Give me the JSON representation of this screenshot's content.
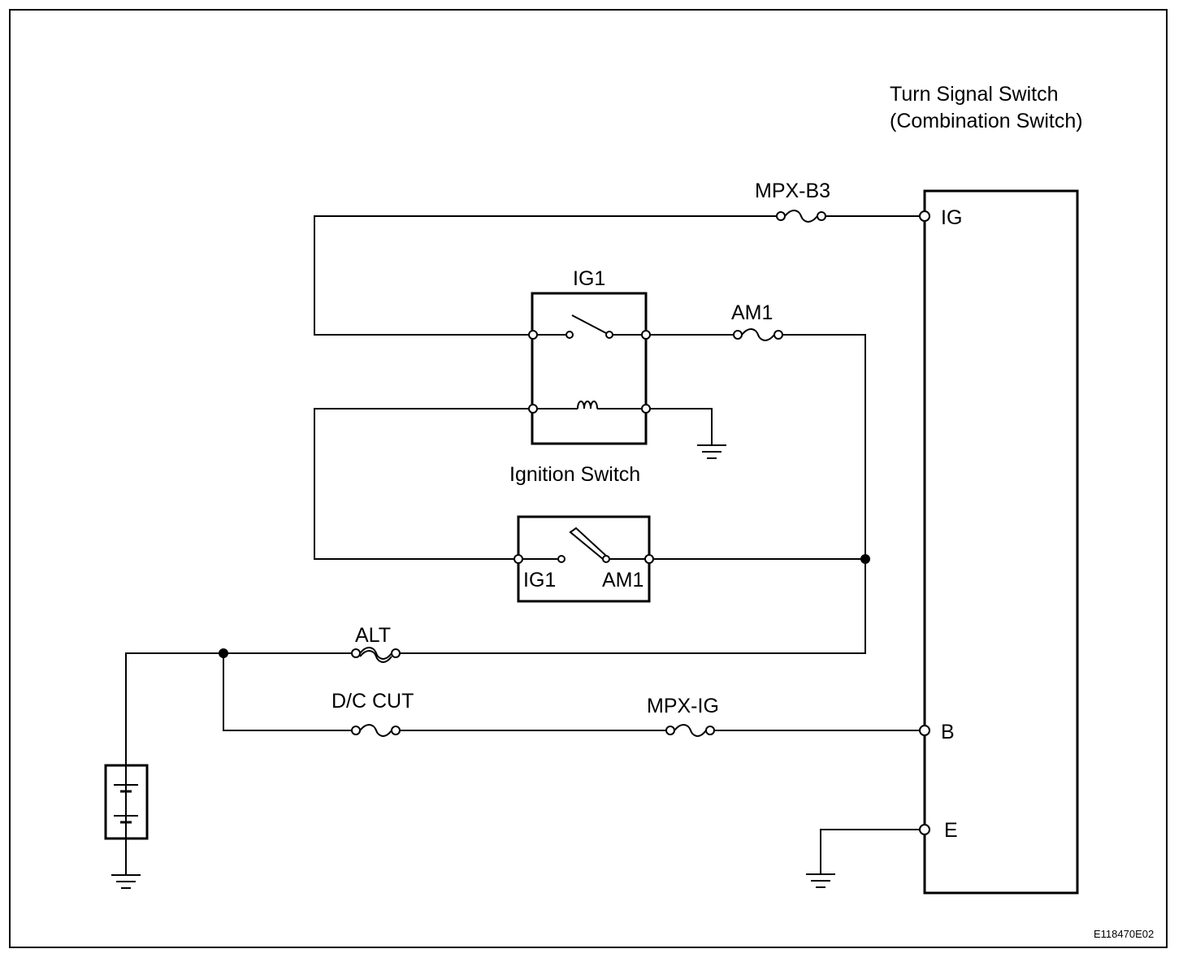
{
  "component": {
    "title_line1": "Turn Signal Switch",
    "title_line2": "(Combination Switch)",
    "pins": {
      "ig": "IG",
      "b": "B",
      "e": "E"
    }
  },
  "fuses": {
    "mpx_b3": "MPX-B3",
    "am1": "AM1",
    "alt": "ALT",
    "dc_cut": "D/C CUT",
    "mpx_ig": "MPX-IG"
  },
  "relay": {
    "label": "IG1"
  },
  "ignition_switch": {
    "label": "Ignition Switch",
    "terminal_left": "IG1",
    "terminal_right": "AM1"
  },
  "diagram_code": "E118470E02"
}
